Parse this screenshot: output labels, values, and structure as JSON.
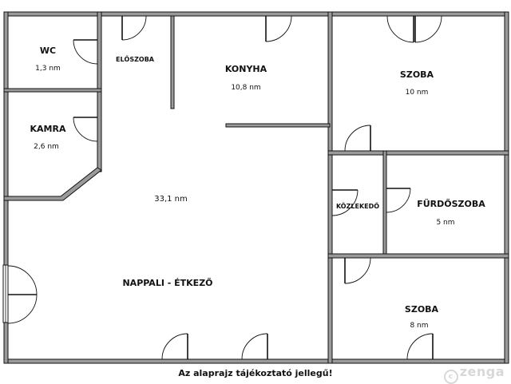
{
  "rooms": [
    {
      "id": "wc",
      "name": "WC",
      "area": "1,3 nm"
    },
    {
      "id": "kamra",
      "name": "KAMRA",
      "area": "2,6 nm"
    },
    {
      "id": "eloszoba",
      "name": "ELŐSZOBA",
      "area": ""
    },
    {
      "id": "konyha",
      "name": "KONYHA",
      "area": "10,8 nm"
    },
    {
      "id": "szoba1",
      "name": "SZOBA",
      "area": "10 nm"
    },
    {
      "id": "nappali",
      "name": "NAPPALI - ÉTKEZŐ",
      "area": "33,1 nm"
    },
    {
      "id": "kozlekedo",
      "name": "KÖZLEKEDŐ",
      "area": ""
    },
    {
      "id": "furdo",
      "name": "FÜRDŐSZOBA",
      "area": "5 nm"
    },
    {
      "id": "szoba2",
      "name": "SZOBA",
      "area": "8 nm"
    }
  ],
  "disclaimer": "Az alaprajz tájékoztató jellegű!",
  "watermark": "zenga",
  "colors": {
    "wall": "#9a9a9a",
    "line": "#111111",
    "background": "#ffffff"
  }
}
